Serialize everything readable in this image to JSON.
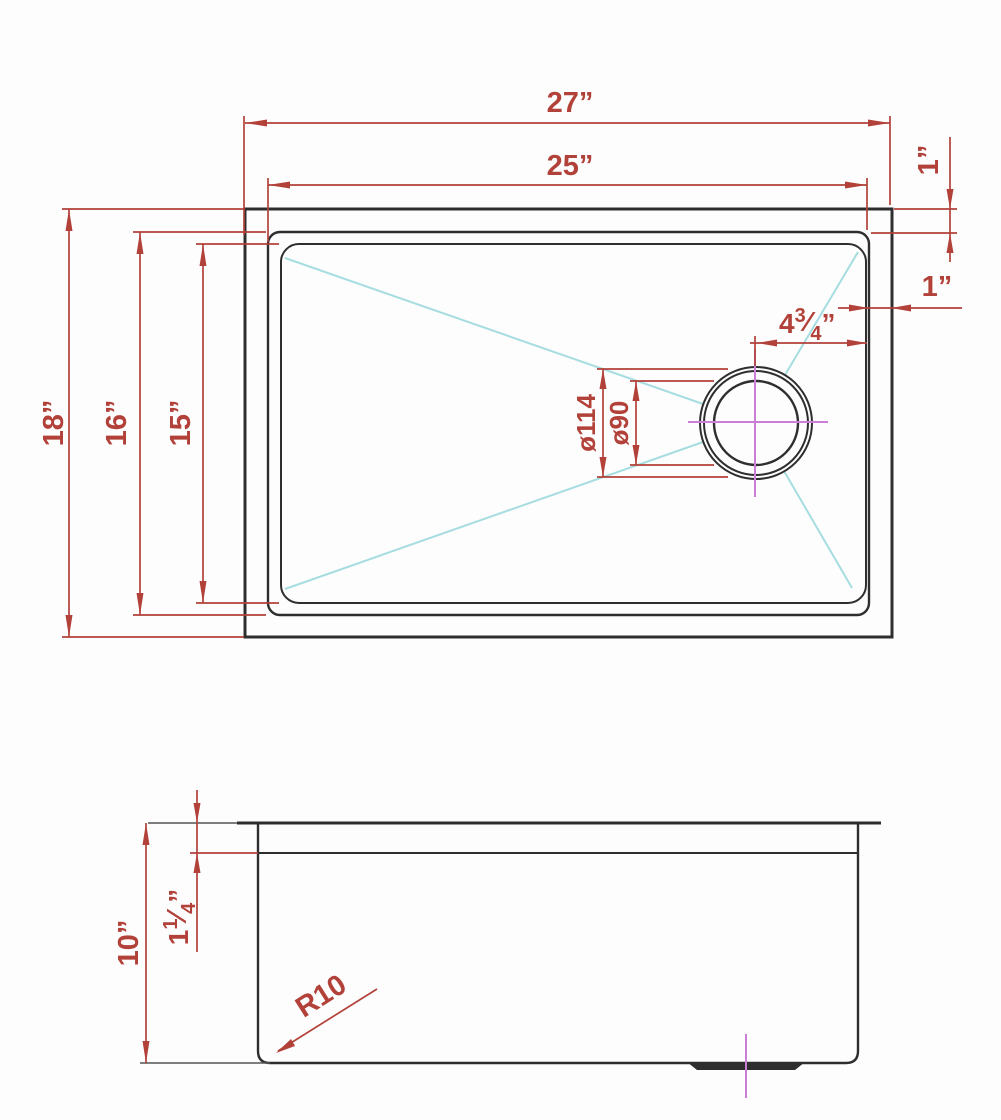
{
  "colors": {
    "dimension": "#b2413a",
    "outline": "#2e2e2e",
    "diagonal": "#a6dde0",
    "centerline": "#c97fd4",
    "background": "#fdfdfd"
  },
  "views": {
    "top": {
      "dims": {
        "outer_width": "27”",
        "bowl_width": "25”",
        "outer_depth": "18”",
        "bowl_outer_depth": "16”",
        "bowl_inner_depth": "15”",
        "drain_hole_dia": "ø114",
        "drain_opening_dia": "ø90",
        "rim_top_right": "1”",
        "rim_right_side": "1”",
        "drain_offset": {
          "whole": "4",
          "numerator": "3",
          "slash": "⁄",
          "denominator": "4",
          "unit": "”"
        }
      }
    },
    "side": {
      "dims": {
        "bowl_depth": "10”",
        "rim_height": {
          "whole": "1",
          "numerator": "1",
          "slash": "⁄",
          "denominator": "4",
          "unit": "”"
        },
        "corner_radius": "R10"
      }
    }
  }
}
